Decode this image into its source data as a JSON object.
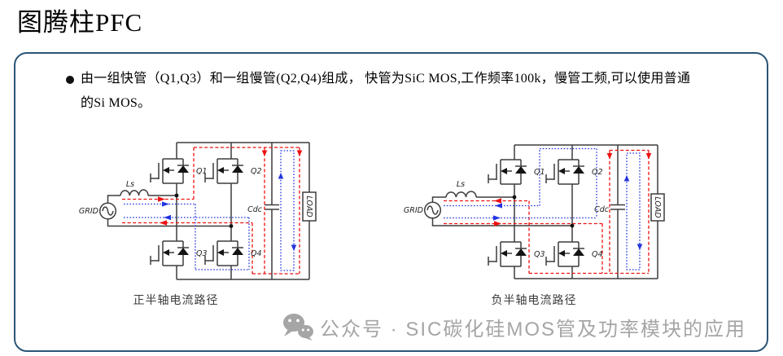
{
  "title": "图腾柱PFC",
  "panel": {
    "bullet": {
      "line1": "由一组快管（Q1,Q3）和一组慢管(Q2,Q4)组成， 快管为SiC MOS,工作频率100k，慢管工频,可以使用普通",
      "line2": "的Si MOS。"
    }
  },
  "circuit": {
    "labels": {
      "grid": "GRID",
      "ls": "Ls",
      "q1": "Q1",
      "q2": "Q2",
      "q3": "Q3",
      "q4": "Q4",
      "cdc": "Cdc",
      "load": "LOAD"
    },
    "left_caption": "正半轴电流路径",
    "right_caption": "负半轴电流路径"
  },
  "watermark": {
    "icon": "wechat-icon",
    "label": "公众号 · SIC碳化硅MOS管及功率模块的应用"
  },
  "colors": {
    "panel_border": "#2a5578",
    "positive_path_red": "#ee1111",
    "negative_path_blue": "#2233dd",
    "wire": "#3d3d3d",
    "watermark_gray": "#a5a5a5"
  }
}
